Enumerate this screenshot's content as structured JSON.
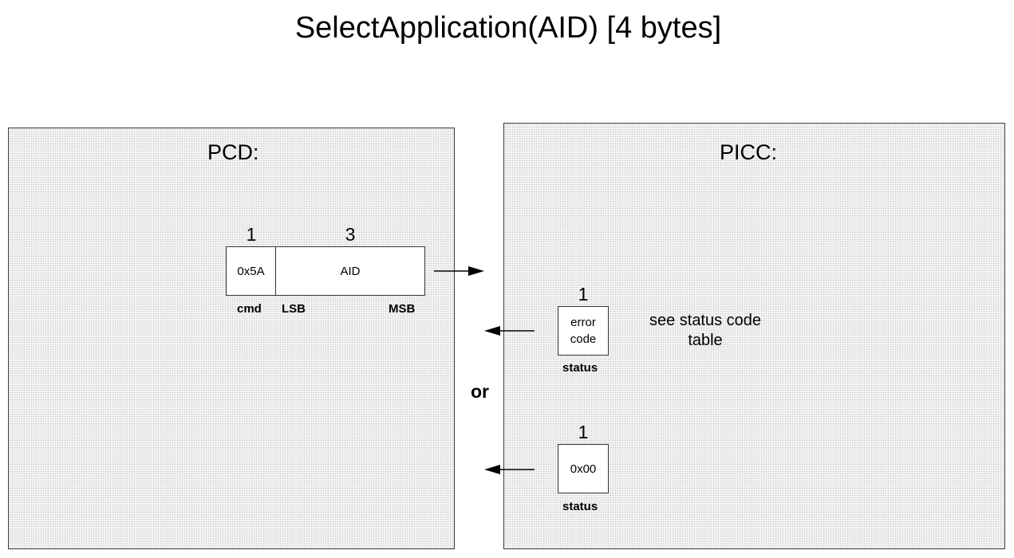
{
  "title": "SelectApplication(AID) [4 bytes]",
  "pcd": {
    "title": "PCD:",
    "fields": [
      {
        "size": "1",
        "value": "0x5A",
        "label": "cmd"
      },
      {
        "size": "3",
        "value": "AID",
        "label_left": "LSB",
        "label_right": "MSB"
      }
    ]
  },
  "picc": {
    "title": "PICC:",
    "responses": [
      {
        "size": "1",
        "value_line1": "error",
        "value_line2": "code",
        "label": "status",
        "note_line1": "see status code",
        "note_line2": "table"
      },
      {
        "size": "1",
        "value": "0x00",
        "label": "status"
      }
    ]
  },
  "separator": "or"
}
